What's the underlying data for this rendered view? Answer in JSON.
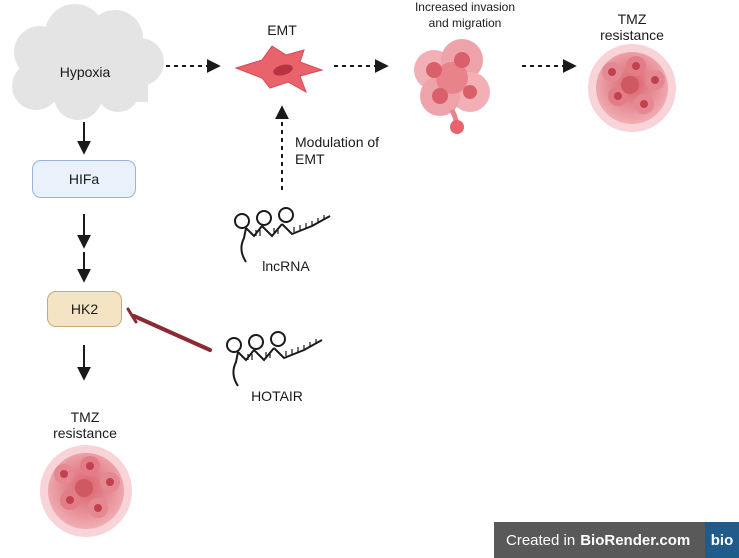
{
  "nodes": {
    "hypoxia": "Hypoxia",
    "emt": "EMT",
    "invasion_line1": "Increased invasion",
    "invasion_line2": "and migration",
    "tmz_top_line1": "TMZ",
    "tmz_top_line2": "resistance",
    "modulation_line1": "Modulation of",
    "modulation_line2": "EMT",
    "lncrna": "lncRNA",
    "hif": "HIFa",
    "hk2": "HK2",
    "hotair": "HOTAIR",
    "tmz_bottom_line1": "TMZ",
    "tmz_bottom_line2": "resistance"
  },
  "watermark": {
    "created_in": "Created in",
    "brand": "BioRender.com",
    "logo_text": "bio"
  },
  "colors": {
    "cloud": "#e4e4e4",
    "cell": "#e8636b",
    "tumor": "#e8949c",
    "hif_fill": "#eaf1fb",
    "hif_border": "#97b4df",
    "hk2_fill": "#f4e4c4",
    "hk2_border": "#caa874",
    "inhibition": "#8c2a33",
    "badge": "#595959",
    "badge_logo": "#1f5c8c"
  }
}
